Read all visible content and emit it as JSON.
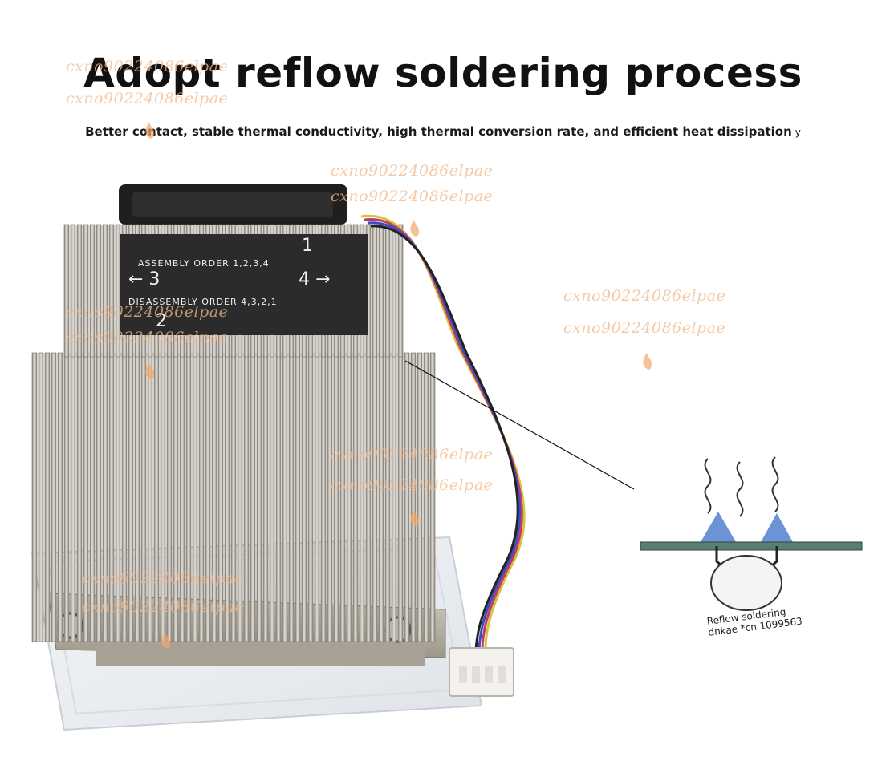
{
  "heading": {
    "title": "Adopt reflow soldering process",
    "subtitle": "Better contact, stable thermal conductivity, high thermal conversion rate, and efficient heat dissipation",
    "subtitle_trail": "y"
  },
  "sticker": {
    "assembly": "ASSEMBLY ORDER 1,2,3,4",
    "disassembly": "DISASSEMBLY ORDER 4,3,2,1",
    "num1": "1",
    "num2": "2",
    "num3": "← 3",
    "num4": "4 →"
  },
  "diagram": {
    "label_line1": "Reflow soldering",
    "label_line2": "dnkae *cn 1099563"
  },
  "watermark": "cxno90224086elpae",
  "colors": {
    "fin": "#b8b2a6",
    "sticker": "#2b2b2b",
    "triangle": "#6b93d6",
    "board": "#5a7d6e",
    "watermark": "#f2b98a"
  }
}
